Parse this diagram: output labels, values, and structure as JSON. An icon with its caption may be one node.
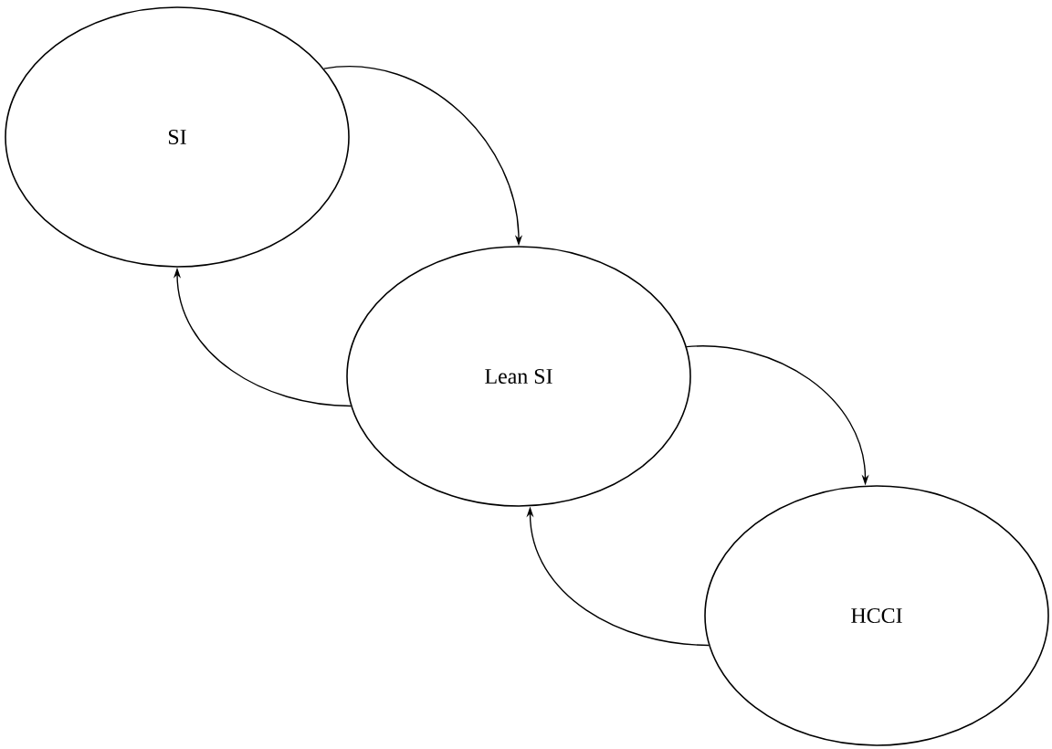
{
  "diagram": {
    "nodes": [
      {
        "text": [
          "SI"
        ]
      },
      {
        "text": [
          "Lean SI"
        ]
      },
      {
        "text": [
          "HCCI"
        ]
      }
    ],
    "edges": [
      {
        "from": 0,
        "to": 1,
        "arrow": "to"
      },
      {
        "from": 1,
        "to": 0,
        "arrow": "to"
      },
      {
        "from": 1,
        "to": 2,
        "arrow": "to"
      },
      {
        "from": 2,
        "to": 1,
        "arrow": "to"
      }
    ]
  }
}
